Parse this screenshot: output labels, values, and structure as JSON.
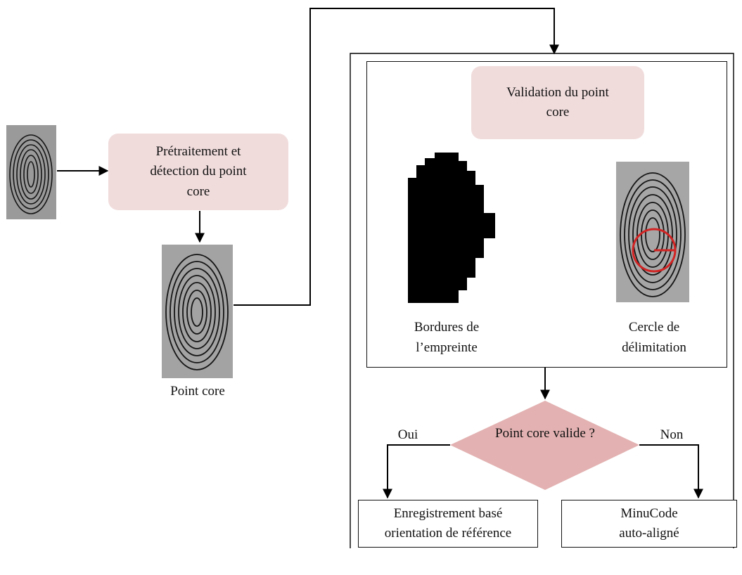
{
  "nodes": {
    "preprocess": "Prétraitement et détection du point core",
    "validation": "Validation du point core",
    "decision": "Point core valide ?",
    "registration": "Enregistrement basé orientation de référence",
    "minucode": "MinuCode auto-aligné"
  },
  "labels": {
    "core_point": "Point core",
    "borders": "Bordures de l’empreinte",
    "circle": "Cercle de délimitation",
    "yes": "Oui",
    "no": "Non"
  },
  "colors": {
    "process_fill": "#f1dcdc",
    "decision_fill": "#e3b1b1",
    "circle_stroke": "#d22323",
    "fingerprint_bg": "#9a9a9a",
    "ridges": "#151515"
  },
  "icons": [
    "fingerprint-input-image",
    "fingerprint-core-image",
    "fingerprint-mask-image",
    "fingerprint-circle-image"
  ]
}
